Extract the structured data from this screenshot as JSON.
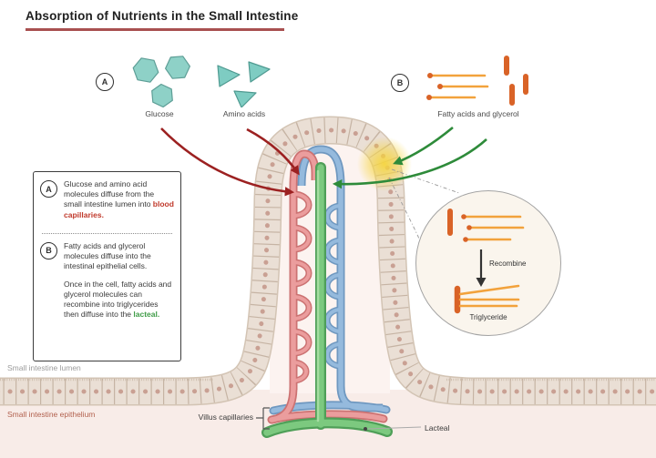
{
  "title": "Absorption of Nutrients in the Small Intestine",
  "legend": {
    "marker_a": "A",
    "glucose_label": "Glucose",
    "amino_acids_label": "Amino acids",
    "marker_b": "B",
    "fatty_label": "Fatty acids and glycerol"
  },
  "info_box": {
    "marker_a": "A",
    "a_text": "Glucose and amino acid molecules diffuse from the small intestine lumen into ",
    "a_highlight": "blood capillaries.",
    "marker_b": "B",
    "b_text_1": "Fatty acids and glycerol molecules diffuse into the intestinal epithelial cells.",
    "b_text_2": "Once in the cell, fatty acids and glycerol molecules can recombine into triglycerides then diffuse into the ",
    "b_highlight": "lacteal."
  },
  "inset": {
    "recombine_label": "Recombine",
    "triglyceride_label": "Triglyceride"
  },
  "labels": {
    "lumen": "Small intestine lumen",
    "epithelium": "Small intestine epithelium",
    "villus_capillaries": "Villus capillaries",
    "lacteal": "Lacteal"
  },
  "colors": {
    "title_underline": "#a85050",
    "highlight_red": "#c0392b",
    "highlight_green": "#3f9c47",
    "teal_molecule": "#8ed1c7",
    "orange_fatty_acid": "#f2a23c",
    "orange_glycerol": "#d96327",
    "arrow_dark_red": "#9c2121",
    "arrow_green": "#2e8b3a",
    "capillary_red": "#e08b8b",
    "capillary_blue": "#85aed4",
    "lacteal_green": "#6dbf71",
    "epithelium_cell": "#eadfd5",
    "tissue_pink": "#f8ece8",
    "glow_yellow": "#f6d53e"
  }
}
